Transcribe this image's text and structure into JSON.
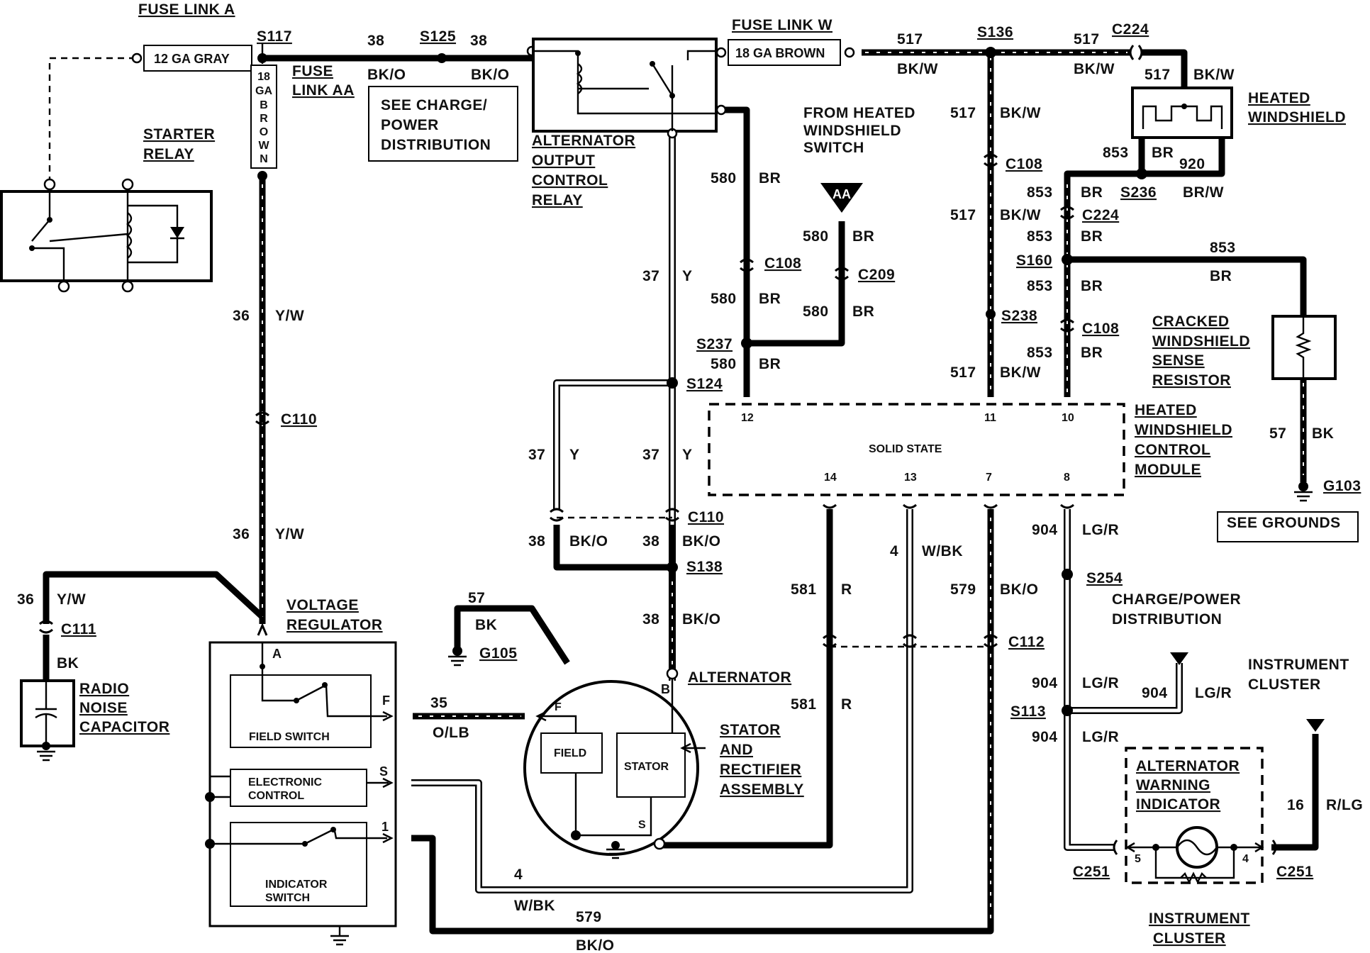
{
  "fuse_links": {
    "a_title": "FUSE LINK A",
    "a_label": "12 GA GRAY",
    "aa_title_1": "FUSE",
    "aa_title_2": "LINK AA",
    "aa_label_chars": [
      "18",
      "GA",
      "B",
      "R",
      "O",
      "W",
      "N"
    ],
    "w_title": "FUSE LINK W",
    "w_label": "18 GA BROWN"
  },
  "splices": {
    "s117": "S117",
    "s125": "S125",
    "s136": "S136",
    "s236": "S236",
    "s160": "S160",
    "s238": "S238",
    "s237": "S237",
    "s124": "S124",
    "s138": "S138",
    "s254": "S254",
    "s113": "S113"
  },
  "connectors": {
    "c224a": "C224",
    "c224b": "C224",
    "c108a": "C108",
    "c108b": "C108",
    "c108c": "C108",
    "c209": "C209",
    "c110a": "C110",
    "c110b": "C110",
    "c111": "C111",
    "c112": "C112",
    "c251a": "C251",
    "c251b": "C251",
    "g105": "G105",
    "g103": "G103"
  },
  "components": {
    "starter_relay_1": "STARTER",
    "starter_relay_2": "RELAY",
    "see_charge_1": "SEE CHARGE/",
    "see_charge_2": "POWER",
    "see_charge_3": "DISTRIBUTION",
    "alt_relay_1": "ALTERNATOR",
    "alt_relay_2": "OUTPUT",
    "alt_relay_3": "CONTROL",
    "alt_relay_4": "RELAY",
    "from_switch_1": "FROM HEATED",
    "from_switch_2": "WINDSHIELD",
    "from_switch_3": "SWITCH",
    "aa_marker": "AA",
    "heated_ws_1": "HEATED",
    "heated_ws_2": "WINDSHIELD",
    "cracked_1": "CRACKED",
    "cracked_2": "WINDSHIELD",
    "cracked_3": "SENSE",
    "cracked_4": "RESISTOR",
    "module_1": "HEATED",
    "module_2": "WINDSHIELD",
    "module_3": "CONTROL",
    "module_4": "MODULE",
    "solid_state": "SOLID STATE",
    "pin_12": "12",
    "pin_11": "11",
    "pin_10": "10",
    "pin_14": "14",
    "pin_13": "13",
    "pin_7": "7",
    "pin_8": "8",
    "see_grounds": "SEE GROUNDS",
    "charge_power_1": "CHARGE/POWER",
    "charge_power_2": "DISTRIBUTION",
    "radio_1": "RADIO",
    "radio_2": "NOISE",
    "radio_3": "CAPACITOR",
    "vreg_1": "VOLTAGE",
    "vreg_2": "REGULATOR",
    "vreg_a": "A",
    "vreg_f": "F",
    "vreg_s": "S",
    "vreg_i": "1",
    "field_switch": "FIELD SWITCH",
    "electronic_1": "ELECTRONIC",
    "electronic_2": "CONTROL",
    "indicator_1": "INDICATOR",
    "indicator_2": "SWITCH",
    "alternator": "ALTERNATOR",
    "alt_b": "B",
    "alt_f": "F",
    "alt_s": "S",
    "field": "FIELD",
    "stator": "STATOR",
    "stator_asm_1": "STATOR",
    "stator_asm_2": "AND",
    "stator_asm_3": "RECTIFIER",
    "stator_asm_4": "ASSEMBLY",
    "instrument_cluster_1": "INSTRUMENT",
    "instrument_cluster_2": "CLUSTER",
    "warning_1": "ALTERNATOR",
    "warning_2": "WARNING",
    "warning_3": "INDICATOR",
    "pin_5": "5",
    "pin_4": "4",
    "ic_bottom_1": "INSTRUMENT",
    "ic_bottom_2": "CLUSTER"
  },
  "wires": [
    {
      "id": "w38a",
      "circuit": "38",
      "color": "BK/O"
    },
    {
      "id": "w38b",
      "circuit": "38",
      "color": "BK/O"
    },
    {
      "id": "w517a",
      "circuit": "517",
      "color": "BK/W"
    },
    {
      "id": "w517b",
      "circuit": "517",
      "color": "BK/W"
    },
    {
      "id": "w517c",
      "circuit": "517",
      "color": "BK/W"
    },
    {
      "id": "w517d",
      "circuit": "517",
      "color": "BK/W"
    },
    {
      "id": "w517e",
      "circuit": "517",
      "color": "BK/W"
    },
    {
      "id": "w517f",
      "circuit": "517",
      "color": "BK/W"
    },
    {
      "id": "w853a",
      "circuit": "853",
      "color": "BR"
    },
    {
      "id": "w853b",
      "circuit": "853",
      "color": "BR"
    },
    {
      "id": "w853c",
      "circuit": "853",
      "color": "BR"
    },
    {
      "id": "w853d",
      "circuit": "853",
      "color": "BR"
    },
    {
      "id": "w853e",
      "circuit": "853",
      "color": "BR"
    },
    {
      "id": "w920",
      "circuit": "920",
      "color": "BR/W"
    },
    {
      "id": "w580a",
      "circuit": "580",
      "color": "BR"
    },
    {
      "id": "w580b",
      "circuit": "580",
      "color": "BR"
    },
    {
      "id": "w580c",
      "circuit": "580",
      "color": "BR"
    },
    {
      "id": "w580d",
      "circuit": "580",
      "color": "BR"
    },
    {
      "id": "w580e",
      "circuit": "580",
      "color": "BR"
    },
    {
      "id": "w37a",
      "circuit": "37",
      "color": "Y"
    },
    {
      "id": "w37b",
      "circuit": "37",
      "color": "Y"
    },
    {
      "id": "w37c",
      "circuit": "37",
      "color": "Y"
    },
    {
      "id": "w38c",
      "circuit": "38",
      "color": "BK/O"
    },
    {
      "id": "w38d",
      "circuit": "38",
      "color": "BK/O"
    },
    {
      "id": "w38e",
      "circuit": "38",
      "color": "BK/O"
    },
    {
      "id": "w36a",
      "circuit": "36",
      "color": "Y/W"
    },
    {
      "id": "w36b",
      "circuit": "36",
      "color": "Y/W"
    },
    {
      "id": "w36c",
      "circuit": "36",
      "color": "Y/W"
    },
    {
      "id": "wbk",
      "circuit": "",
      "color": "BK"
    },
    {
      "id": "w57a",
      "circuit": "57",
      "color": "BK"
    },
    {
      "id": "w57b",
      "circuit": "57",
      "color": "BK"
    },
    {
      "id": "w35",
      "circuit": "35",
      "color": "O/LB"
    },
    {
      "id": "w581a",
      "circuit": "581",
      "color": "R"
    },
    {
      "id": "w581b",
      "circuit": "581",
      "color": "R"
    },
    {
      "id": "w4a",
      "circuit": "4",
      "color": "W/BK"
    },
    {
      "id": "w4b",
      "circuit": "4",
      "color": "W/BK"
    },
    {
      "id": "w579a",
      "circuit": "579",
      "color": "BK/O"
    },
    {
      "id": "w579b",
      "circuit": "579",
      "color": "BK/O"
    },
    {
      "id": "w904a",
      "circuit": "904",
      "color": "LG/R"
    },
    {
      "id": "w904b",
      "circuit": "904",
      "color": "LG/R"
    },
    {
      "id": "w904c",
      "circuit": "904",
      "color": "LG/R"
    },
    {
      "id": "w904d",
      "circuit": "904",
      "color": "LG/R"
    },
    {
      "id": "w16",
      "circuit": "16",
      "color": "R/LG"
    }
  ]
}
